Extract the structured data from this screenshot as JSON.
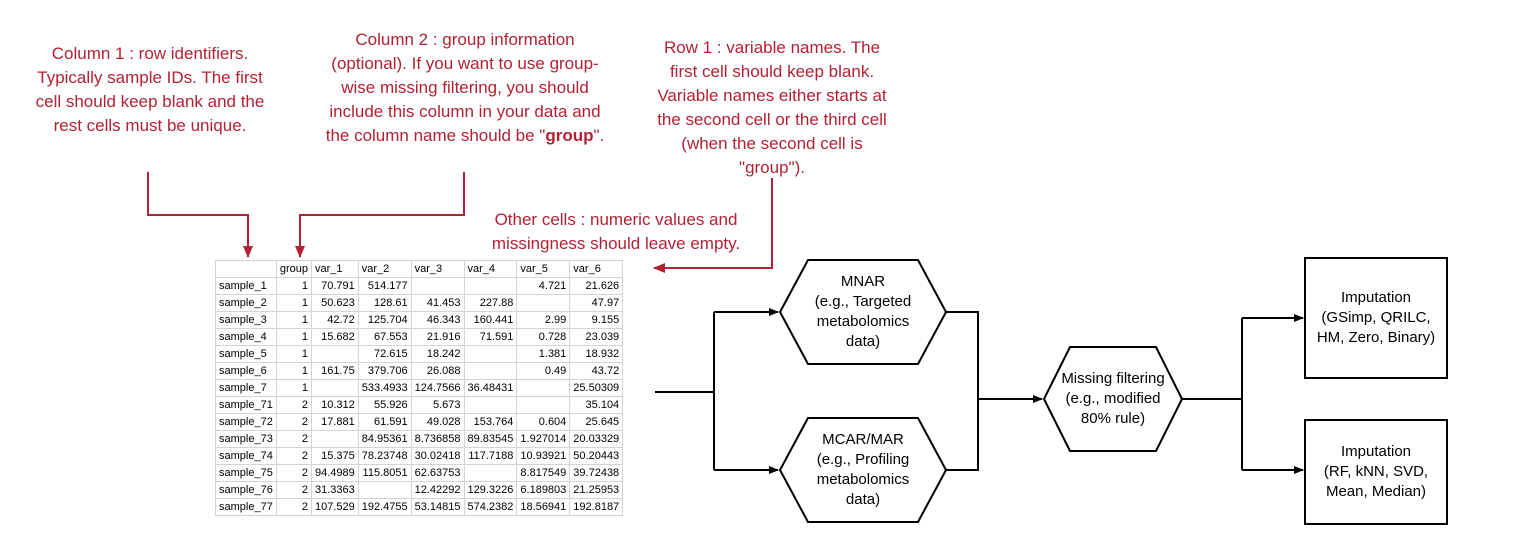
{
  "notes": {
    "col1": "Column 1 : row identifiers. Typically sample IDs. The first cell should keep blank and the rest cells must be unique.",
    "col2_before": "Column 2 : group information (optional). If you want to use group-wise missing filtering, you should include this column in your data and the column name should be \"",
    "col2_bold": "group",
    "col2_after": "\".",
    "row1": "Row 1 :  variable names. The first cell should keep blank. Variable names either starts at the second cell or the third cell (when the second cell is \"group\").",
    "other": "Other cells : numeric values and missingness should leave empty."
  },
  "table": {
    "headers": [
      "",
      "group",
      "var_1",
      "var_2",
      "var_3",
      "var_4",
      "var_5",
      "var_6"
    ],
    "rows": [
      [
        "sample_1",
        "1",
        "70.791",
        "514.177",
        "",
        "",
        "4.721",
        "21.626"
      ],
      [
        "sample_2",
        "1",
        "50.623",
        "128.61",
        "41.453",
        "227.88",
        "",
        "47.97"
      ],
      [
        "sample_3",
        "1",
        "42.72",
        "125.704",
        "46.343",
        "160.441",
        "2.99",
        "9.155"
      ],
      [
        "sample_4",
        "1",
        "15.682",
        "67.553",
        "21.916",
        "71.591",
        "0.728",
        "23.039"
      ],
      [
        "sample_5",
        "1",
        "",
        "72.615",
        "18.242",
        "",
        "1.381",
        "18.932"
      ],
      [
        "sample_6",
        "1",
        "161.75",
        "379.706",
        "26.088",
        "",
        "0.49",
        "43.72"
      ],
      [
        "sample_7",
        "1",
        "",
        "533.4933",
        "124.7566",
        "36.48431",
        "",
        "25.50309"
      ],
      [
        "sample_71",
        "2",
        "10.312",
        "55.926",
        "5.673",
        "",
        "",
        "35.104"
      ],
      [
        "sample_72",
        "2",
        "17.881",
        "61.591",
        "49.028",
        "153.764",
        "0.604",
        "25.645"
      ],
      [
        "sample_73",
        "2",
        "",
        "84.95361",
        "8.736858",
        "89.83545",
        "1.927014",
        "20.03329"
      ],
      [
        "sample_74",
        "2",
        "15.375",
        "78.23748",
        "30.02418",
        "117.7188",
        "10.93921",
        "50.20443"
      ],
      [
        "sample_75",
        "2",
        "94.4989",
        "115.8051",
        "62.63753",
        "",
        "8.817549",
        "39.72438"
      ],
      [
        "sample_76",
        "2",
        "31.3363",
        "",
        "12.42292",
        "129.3226",
        "6.189803",
        "21.25953"
      ],
      [
        "sample_77",
        "2",
        "107.529",
        "192.4755",
        "53.14815",
        "574.2382",
        "18.56941",
        "192.8187"
      ]
    ]
  },
  "nodes": {
    "mnar": [
      "MNAR",
      "(e.g., Targeted",
      "metabolomics",
      "data)"
    ],
    "mcar": [
      "MCAR/MAR",
      "(e.g., Profiling",
      "metabolomics",
      "data)"
    ],
    "filter": [
      "Missing filtering",
      "(e.g., modified",
      "80% rule)"
    ],
    "imp1": [
      "Imputation",
      "(GSimp, QRILC,",
      "HM, Zero, Binary)"
    ],
    "imp2": [
      "Imputation",
      "(RF, kNN, SVD,",
      "Mean, Median)"
    ]
  },
  "colors": {
    "annotation": "#b22234",
    "cell_border": "#d4d4d4",
    "line": "#000000"
  }
}
